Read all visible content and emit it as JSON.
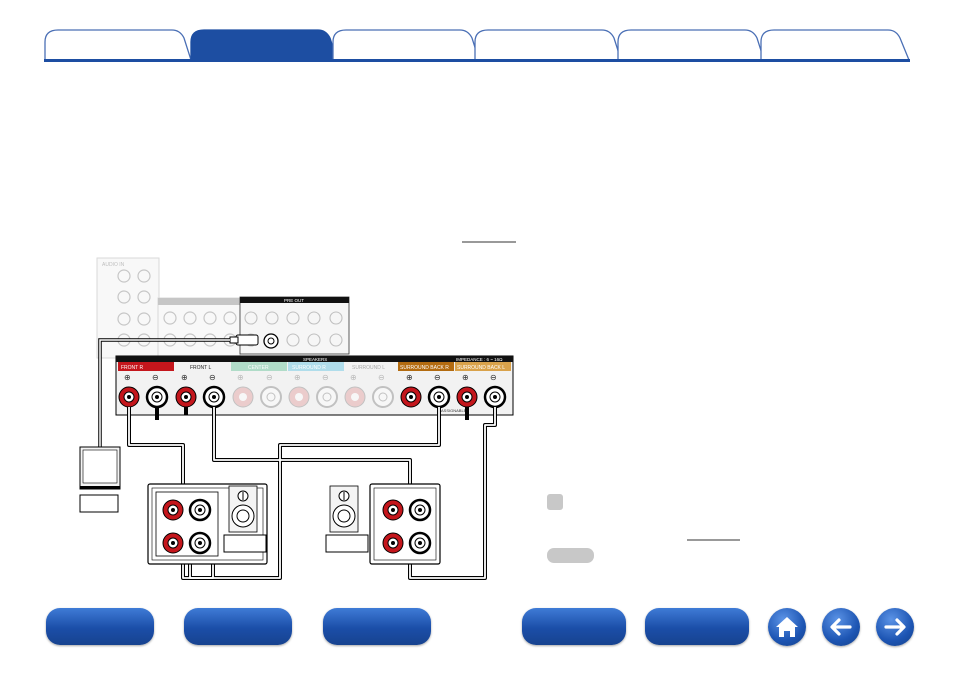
{
  "tabs": [
    {
      "label": "",
      "active": false
    },
    {
      "label": "",
      "active": true
    },
    {
      "label": "",
      "active": false
    },
    {
      "label": "",
      "active": false
    },
    {
      "label": "",
      "active": false
    },
    {
      "label": "",
      "active": false
    }
  ],
  "colors": {
    "accent": "#1d4ea2",
    "active_tab": "#1d4ea2",
    "inactive_tab_border": "#4a6fb5",
    "front_label": "#c4161c",
    "center_label": "#7fc4a6",
    "surround_label": "#7fc9e0",
    "surround_back_label": "#b36b10"
  },
  "panel": {
    "speakers_label": "SPEAKERS",
    "impedance_label": "IMPEDANCE : 6 ~ 16Ω",
    "front_r": "FRONT R",
    "front_l": "FRONT L",
    "center": "CENTER",
    "surround_r": "SURROUND R",
    "surround_l": "SURROUND L",
    "surround_back_r": "SURROUND BACK R",
    "surround_back_l": "SURROUND BACK L",
    "pre_out": "PRE OUT",
    "audio_in": "AUDIO IN",
    "assignable": "ASSIGNABLE"
  },
  "nav": {
    "buttons": [
      "",
      "",
      "",
      "",
      ""
    ],
    "icons": [
      "home-icon",
      "back-arrow-icon",
      "forward-arrow-icon"
    ]
  }
}
